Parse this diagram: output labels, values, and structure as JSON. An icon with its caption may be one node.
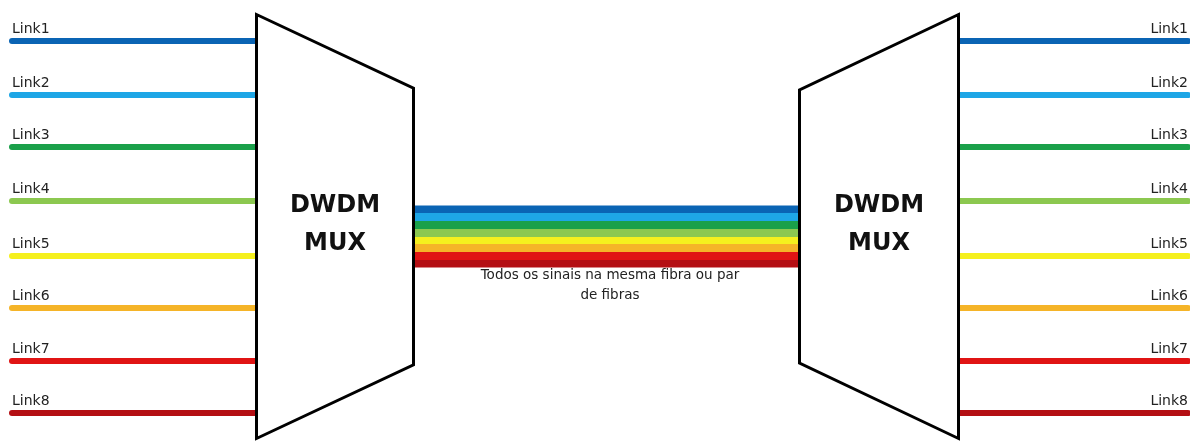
{
  "diagram": {
    "nodes": [
      {
        "text": [
          "Link1"
        ]
      },
      {
        "text": [
          "Link2"
        ]
      },
      {
        "text": [
          "Link3"
        ]
      },
      {
        "text": [
          "Link4"
        ]
      },
      {
        "text": [
          "Link5"
        ]
      },
      {
        "text": [
          "Link6"
        ]
      },
      {
        "text": [
          "Link7"
        ]
      },
      {
        "text": [
          "Link8"
        ]
      },
      {
        "text": [
          "DWDM MUX"
        ]
      },
      {
        "text": [
          "DWDM MUX"
        ]
      },
      {
        "text": [
          "Link1"
        ]
      },
      {
        "text": [
          "Link2"
        ]
      },
      {
        "text": [
          "Link3"
        ]
      },
      {
        "text": [
          "Link4"
        ]
      },
      {
        "text": [
          "Link5"
        ]
      },
      {
        "text": [
          "Link6"
        ]
      },
      {
        "text": [
          "Link7"
        ]
      },
      {
        "text": [
          "Link8"
        ]
      }
    ],
    "edges": [
      {
        "from": 0,
        "to": 8,
        "arrow": "none",
        "color": "#0a64b4"
      },
      {
        "from": 1,
        "to": 8,
        "arrow": "none",
        "color": "#1ea6e6"
      },
      {
        "from": 2,
        "to": 8,
        "arrow": "none",
        "color": "#1aa04a"
      },
      {
        "from": 3,
        "to": 8,
        "arrow": "none",
        "color": "#8cc850"
      },
      {
        "from": 4,
        "to": 8,
        "arrow": "none",
        "color": "#f5f01e"
      },
      {
        "from": 5,
        "to": 8,
        "arrow": "none",
        "color": "#f5b428"
      },
      {
        "from": 6,
        "to": 8,
        "arrow": "none",
        "color": "#e01414"
      },
      {
        "from": 7,
        "to": 8,
        "arrow": "none",
        "color": "#b40f14"
      },
      {
        "from": 8,
        "to": 9,
        "arrow": "none",
        "style": "thick"
      },
      {
        "from": 9,
        "to": 10,
        "arrow": "none",
        "color": "#0a64b4"
      },
      {
        "from": 9,
        "to": 11,
        "arrow": "none",
        "color": "#1ea6e6"
      },
      {
        "from": 9,
        "to": 12,
        "arrow": "none",
        "color": "#1aa04a"
      },
      {
        "from": 9,
        "to": 13,
        "arrow": "none",
        "color": "#8cc850"
      },
      {
        "from": 9,
        "to": 14,
        "arrow": "none",
        "color": "#f5f01e"
      },
      {
        "from": 9,
        "to": 15,
        "arrow": "none",
        "color": "#f5b428"
      },
      {
        "from": 9,
        "to": 16,
        "arrow": "none",
        "color": "#e01414"
      },
      {
        "from": 9,
        "to": 17,
        "arrow": "none",
        "color": "#b40f14"
      }
    ],
    "labels": [
      "Todos os sinais na mesma fibra ou par de fibras"
    ]
  }
}
